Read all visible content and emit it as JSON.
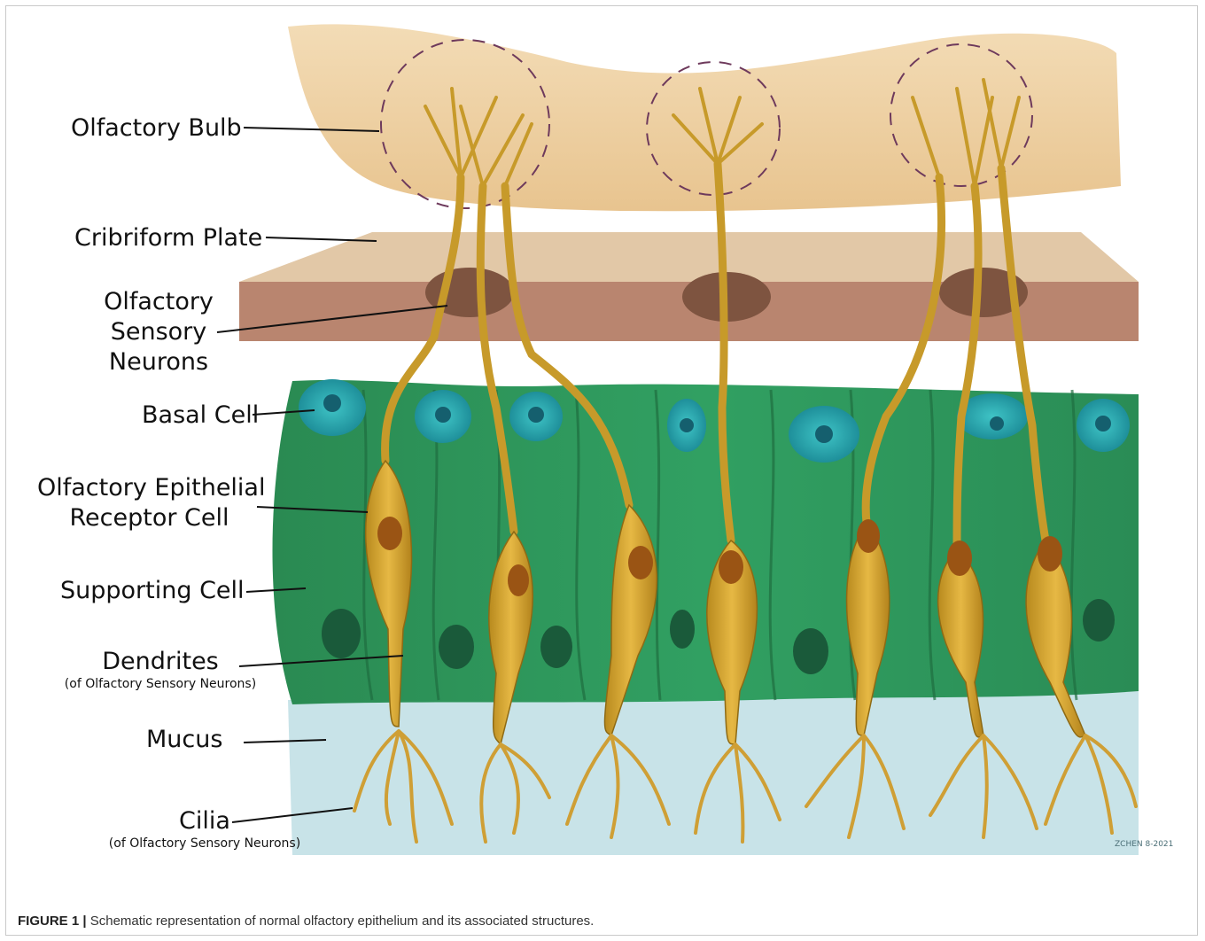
{
  "labels": {
    "olfactory_bulb": "Olfactory Bulb",
    "cribriform_plate": "Cribriform Plate",
    "osn_line1": "Olfactory",
    "osn_line2": "Sensory",
    "osn_line3": "Neurons",
    "basal_cell": "Basal Cell",
    "oerc_line1": "Olfactory Epithelial",
    "oerc_line2": "Receptor Cell",
    "supporting_cell": "Supporting Cell",
    "dendrites": "Dendrites",
    "dendrites_sub": "(of Olfactory Sensory Neurons)",
    "mucus": "Mucus",
    "cilia": "Cilia",
    "cilia_sub": "(of Olfactory Sensory Neurons)"
  },
  "caption": {
    "label": "FIGURE 1 |",
    "text": "Schematic representation of normal olfactory epithelium and its associated structures."
  },
  "signature": "ZCHEN 8-2021",
  "colors": {
    "bulb": "#f0d3a6",
    "plate_top": "#e3c9a6",
    "plate_side": "#b8836d",
    "epithelium": "#2f9a5c",
    "basal_cell": "#2fb1b8",
    "neuron": "#d9a630",
    "nucleus": "#9a5414",
    "mucus": "#c5e2e7"
  }
}
